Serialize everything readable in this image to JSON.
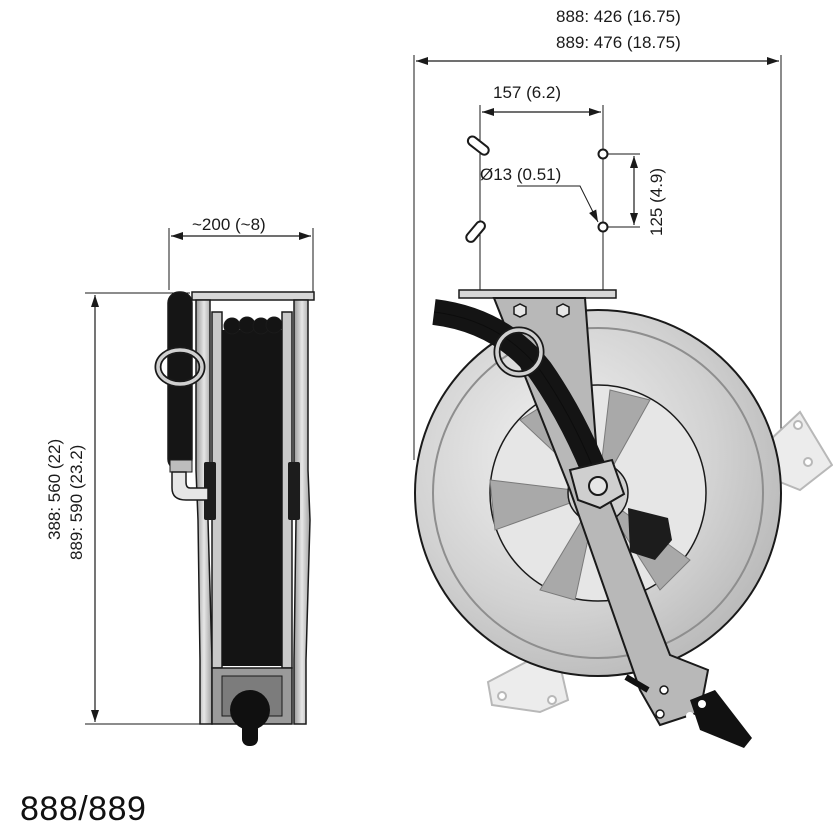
{
  "dimensions": {
    "overall_width_888": "888: 426 (16.75)",
    "overall_width_889": "889: 476 (18.75)",
    "hole_spacing_h": "157 (6.2)",
    "hole_diameter": "Ø13 (0.51)",
    "hole_spacing_v": "125 (4.9)",
    "depth": "~200 (~8)",
    "height_888": "388: 560 (22)",
    "height_889": "889: 590 (23.2)"
  },
  "model_label": "888/889",
  "colors": {
    "line": "#1a1a1a",
    "metal_light": "#d9d9d9",
    "metal_mid": "#bdbdbd",
    "metal_dark": "#8e8e8e",
    "hose": "#141414",
    "ghost": "#ececec"
  },
  "icons": [
    "arrowhead-icon",
    "mounting-hole-icon",
    "slot-hole-icon",
    "hex-bolt-icon",
    "hose-ring-icon"
  ]
}
